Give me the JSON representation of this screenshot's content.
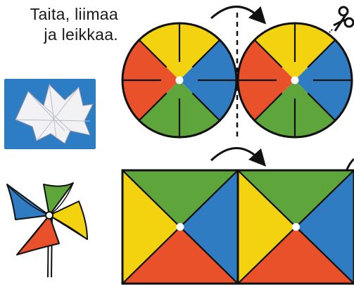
{
  "instructions": {
    "line1": "Taita, liimaa",
    "line2": "ja leikkaa."
  },
  "colors": {
    "red": "#e8512a",
    "yellow": "#f3d20f",
    "green": "#5ea63b",
    "blue": "#2f7cc3",
    "outline": "#111111",
    "photo_bg": "#2d7dc4",
    "paper": "#f2f2f4"
  },
  "circle_wedge_order": [
    "yellow",
    "blue",
    "blue",
    "green",
    "green",
    "red",
    "red",
    "yellow"
  ],
  "square_triangles": {
    "top": "green",
    "right": "blue",
    "bottom": "red",
    "left": "yellow"
  },
  "icons": [
    "scissors-icon",
    "curved-arrow-icon",
    "pinwheel-toy-icon",
    "folded-paper-photo"
  ]
}
